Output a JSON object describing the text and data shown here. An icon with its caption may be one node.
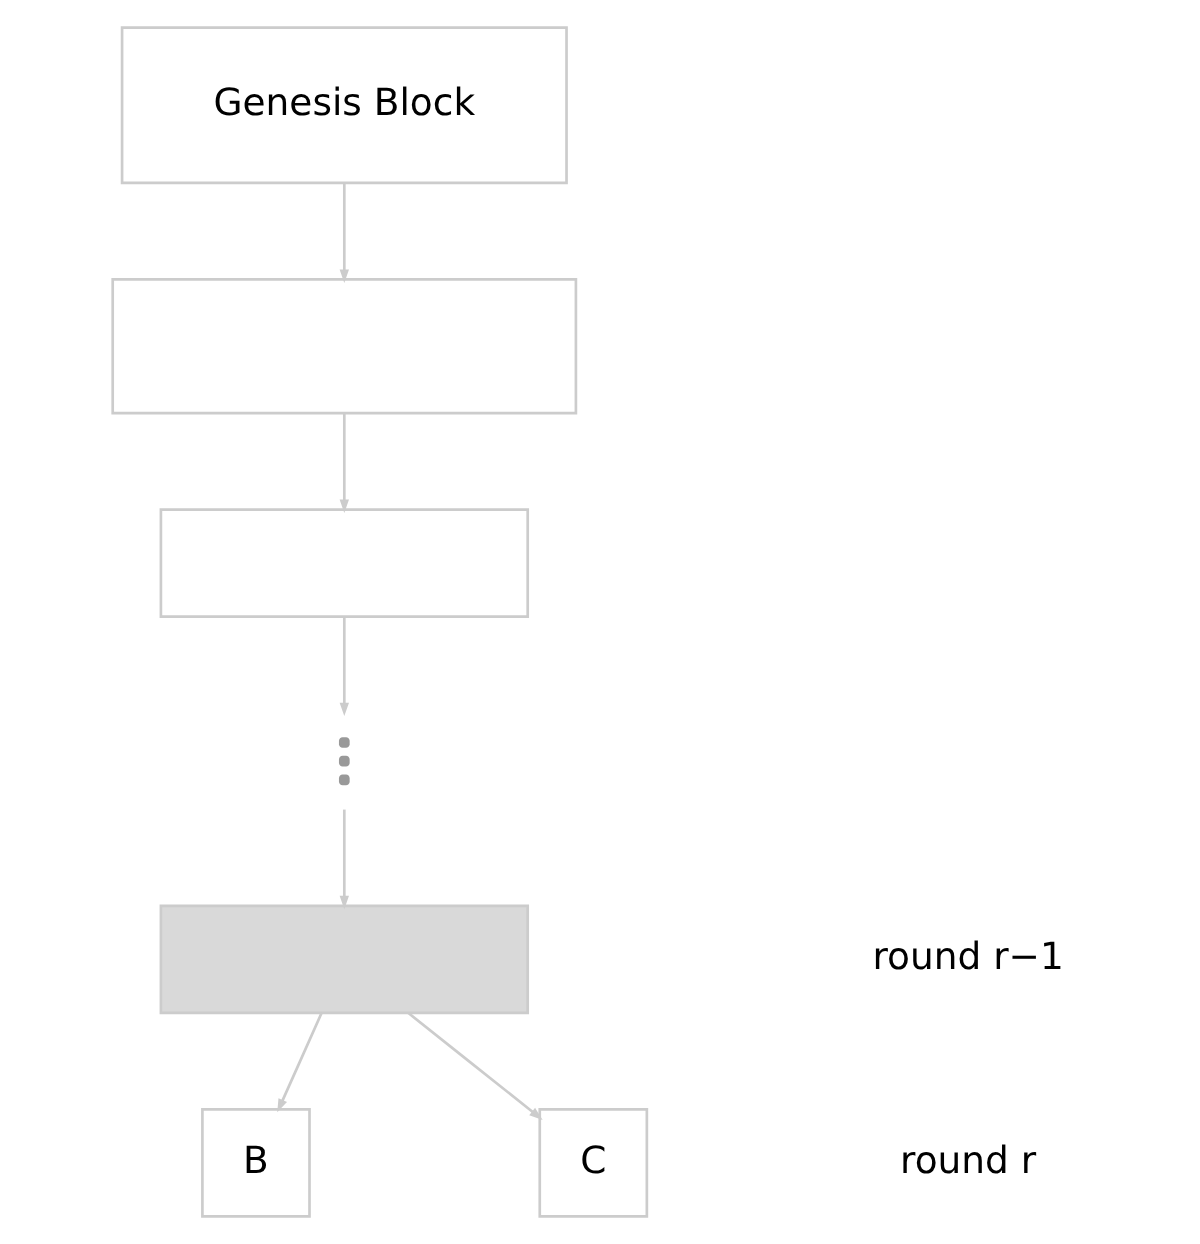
{
  "diagram": {
    "nodes": [
      {
        "text": [
          "Genesis Block"
        ]
      },
      {
        "text": [],
        "shape": "box"
      },
      {
        "text": [],
        "shape": "box"
      },
      {
        "text": [],
        "shape": "dots"
      },
      {
        "text": [],
        "shape": "box"
      },
      {
        "text": [
          "B"
        ]
      },
      {
        "text": [
          "C"
        ]
      }
    ],
    "edges": [
      {
        "from": 0,
        "to": 1,
        "arrow": "to"
      },
      {
        "from": 1,
        "to": 2,
        "arrow": "to"
      },
      {
        "from": 2,
        "to": 3,
        "arrow": "to"
      },
      {
        "from": 3,
        "to": 4,
        "arrow": "to"
      },
      {
        "from": 4,
        "to": 5,
        "arrow": "to"
      },
      {
        "from": 4,
        "to": 6,
        "arrow": "to"
      }
    ],
    "labels": [
      "round r−1",
      "round r"
    ]
  }
}
